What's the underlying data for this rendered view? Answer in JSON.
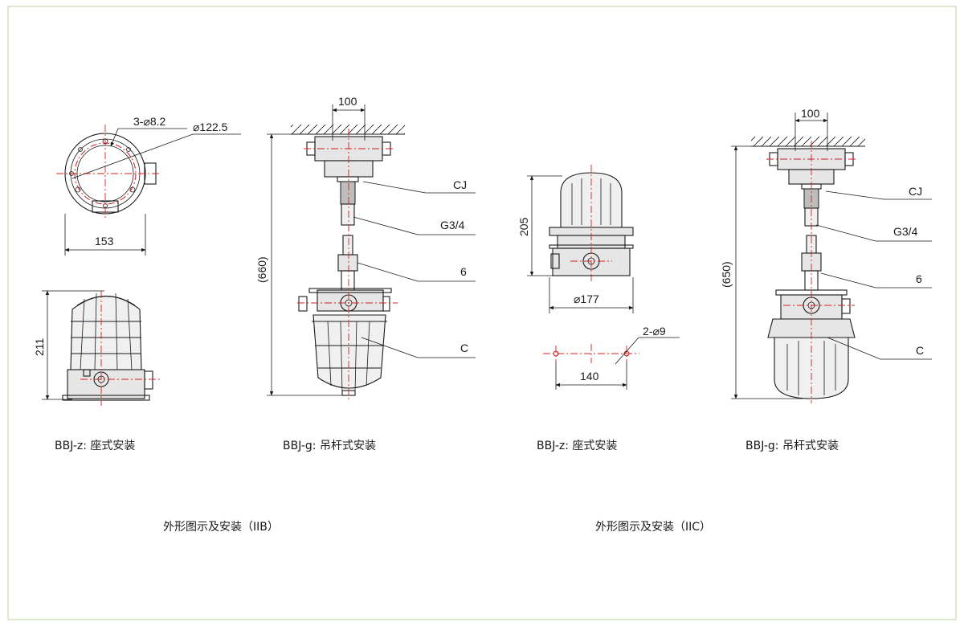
{
  "figures": {
    "iib_z": {
      "caption": "BBJ-z: 座式安装",
      "dim_holes": "3-⌀8.2",
      "dim_dia": "⌀122.5",
      "dim_width": "153",
      "dim_height": "211"
    },
    "iib_g": {
      "caption": "BBJ-g: 吊杆式安装",
      "dim_top": "100",
      "dim_height": "(660)",
      "callout_cj": "CJ",
      "callout_g": "G3/4",
      "callout_6": "6",
      "callout_c": "C"
    },
    "iic_z": {
      "caption": "BBJ-z: 座式安装",
      "dim_height": "205",
      "dim_dia": "⌀177",
      "dim_holes": "2-⌀9",
      "dim_spacing": "140"
    },
    "iic_g": {
      "caption": "BBJ-g: 吊杆式安装",
      "dim_top": "100",
      "dim_height": "(650)",
      "callout_cj": "CJ",
      "callout_g": "G3/4",
      "callout_6": "6",
      "callout_c": "C"
    }
  },
  "group_titles": {
    "iib": "外形图示及安装（IIB）",
    "iic": "外形图示及安装（IIC）"
  },
  "colors": {
    "frame_border": "#c8dcb0",
    "centerline": "#d42020",
    "line": "#1a1a1a"
  }
}
